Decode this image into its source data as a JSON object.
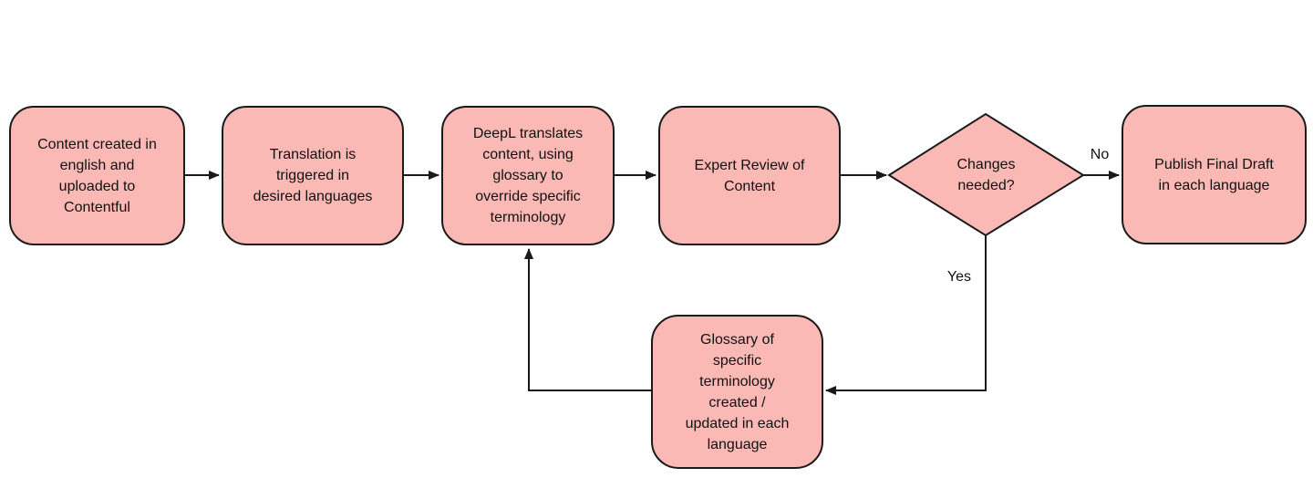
{
  "diagram": {
    "type": "flowchart",
    "nodes": {
      "content_created": {
        "label": "Content created in\nenglish and\nuploaded to\nContentful",
        "shape": "rounded-rectangle"
      },
      "translation_triggered": {
        "label": "Translation is\ntriggered in\ndesired languages",
        "shape": "rounded-rectangle"
      },
      "deepl_translates": {
        "label": "DeepL translates\ncontent, using\nglossary to\noverride specific\nterminology",
        "shape": "rounded-rectangle"
      },
      "expert_review": {
        "label": "Expert Review of\nContent",
        "shape": "rounded-rectangle"
      },
      "changes_needed": {
        "label": "Changes\nneeded?",
        "shape": "diamond"
      },
      "publish_final_draft": {
        "label": "Publish Final Draft\nin each language",
        "shape": "rounded-rectangle"
      },
      "glossary": {
        "label": "Glossary of\nspecific\nterminology\ncreated /\nupdated in each\nlanguage",
        "shape": "rounded-rectangle"
      }
    },
    "edges": [
      {
        "from": "content_created",
        "to": "translation_triggered",
        "label": ""
      },
      {
        "from": "translation_triggered",
        "to": "deepl_translates",
        "label": ""
      },
      {
        "from": "deepl_translates",
        "to": "expert_review",
        "label": ""
      },
      {
        "from": "expert_review",
        "to": "changes_needed",
        "label": ""
      },
      {
        "from": "changes_needed",
        "to": "publish_final_draft",
        "label": "No"
      },
      {
        "from": "changes_needed",
        "to": "glossary",
        "label": "Yes"
      },
      {
        "from": "glossary",
        "to": "deepl_translates",
        "label": ""
      }
    ],
    "edge_labels": {
      "no": "No",
      "yes": "Yes"
    },
    "colors": {
      "node_fill": "#fab9b5",
      "node_border": "#1a1a1a",
      "connector": "#1a1a1a",
      "text": "#111111",
      "background": "#ffffff"
    }
  }
}
